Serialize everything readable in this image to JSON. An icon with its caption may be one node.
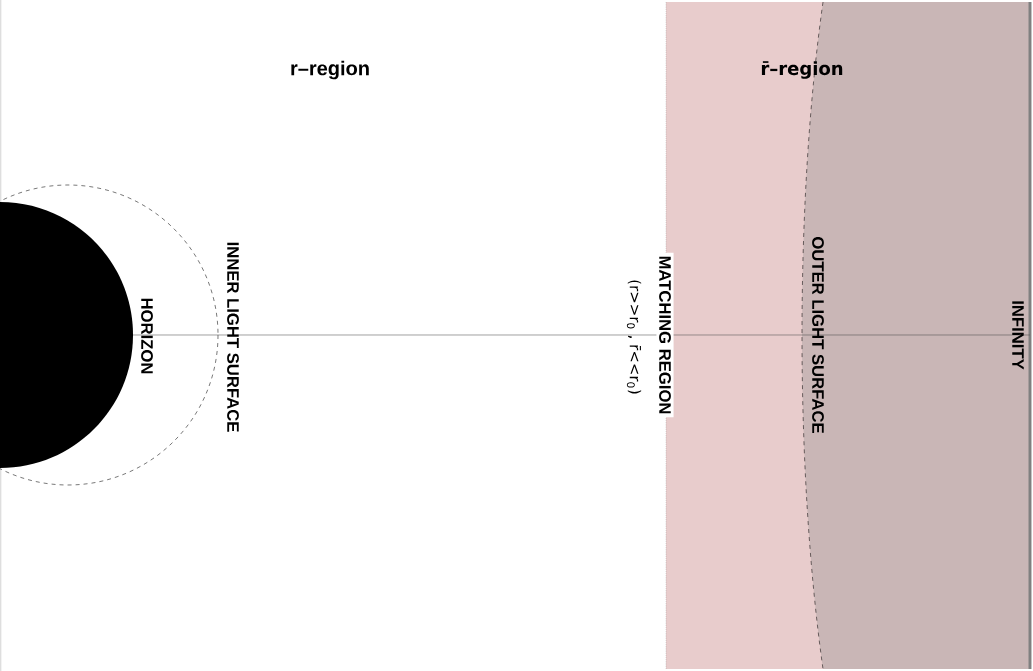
{
  "diagram": {
    "labels": [
      "r–region",
      "r̄–region",
      "HORIZON",
      "INNER LIGHT SURFACE",
      "MATCHING REGION",
      "(r>>r$_{0}$ , r̄<<r$_{0}$)",
      "OUTER LIGHT SURFACE",
      "INFINITY"
    ]
  }
}
